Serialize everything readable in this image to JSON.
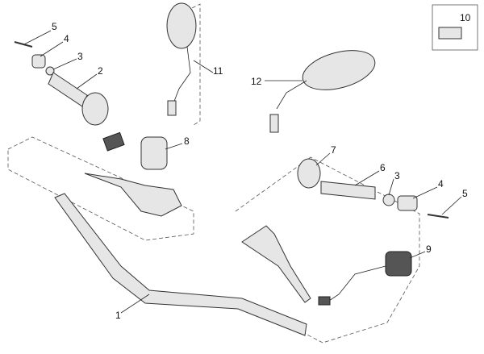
{
  "diagram": {
    "callouts": {
      "handlebar": "1",
      "grip_left": "2",
      "spacer_left": "3",
      "counterweight_left": "4",
      "screw_left": "5",
      "grip_right": "6",
      "throttle_housing": "7",
      "switch_left": "8",
      "switch_right": "9",
      "clamp_kit": "10",
      "mirror_left": "11",
      "mirror_right": "12",
      "spacer_right": "3",
      "counterweight_right": "4",
      "screw_right": "5"
    }
  }
}
